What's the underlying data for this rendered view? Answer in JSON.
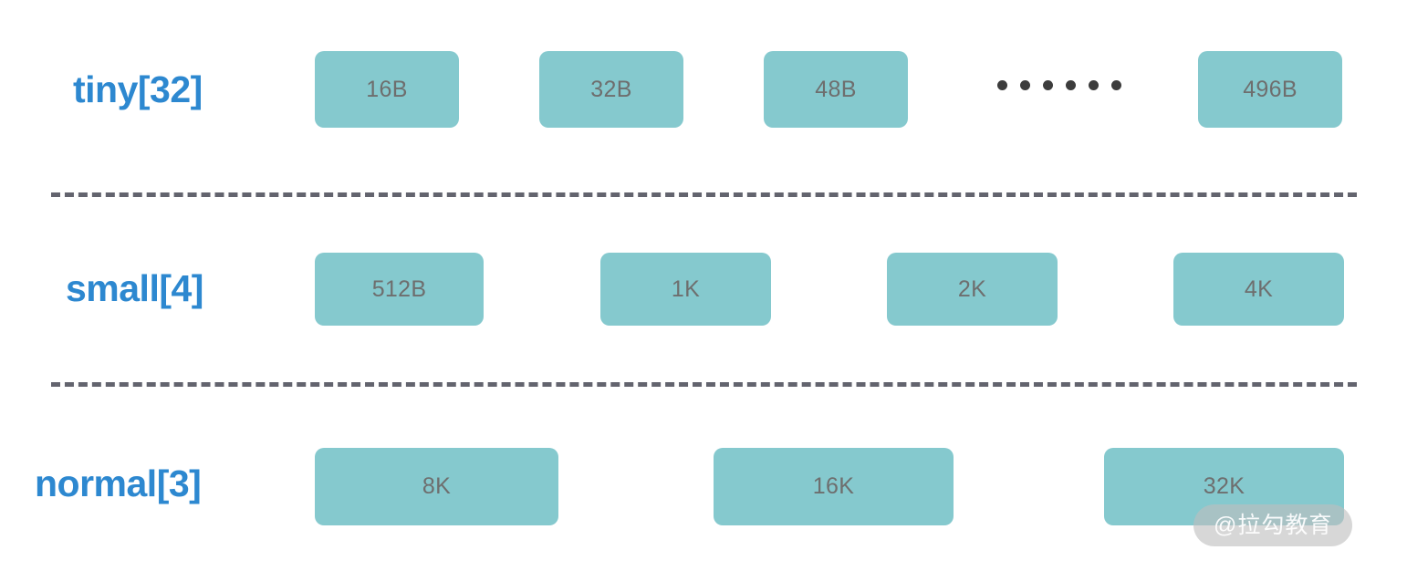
{
  "diagram": {
    "title": "Netty memory pool size classes",
    "colors": {
      "block_fill": "#85c9ce",
      "block_text": "#6e6e6e",
      "row_label": "#2d88d0",
      "divider": "#63646e",
      "dot": "#3c3c3c",
      "background": "#ffffff"
    },
    "rows": [
      {
        "label": "tiny[32]",
        "blocks": [
          {
            "label": "16B"
          },
          {
            "label": "32B"
          },
          {
            "label": "48B"
          },
          {
            "label": "496B"
          }
        ],
        "ellipsis": {
          "dots": 6,
          "after_block_index": 2
        }
      },
      {
        "label": "small[4]",
        "blocks": [
          {
            "label": "512B"
          },
          {
            "label": "1K"
          },
          {
            "label": "2K"
          },
          {
            "label": "4K"
          }
        ],
        "ellipsis": null
      },
      {
        "label": "normal[3]",
        "blocks": [
          {
            "label": "8K"
          },
          {
            "label": "16K"
          },
          {
            "label": "32K"
          }
        ],
        "ellipsis": null
      }
    ],
    "dividers": 2,
    "watermark": "@拉勾教育"
  }
}
